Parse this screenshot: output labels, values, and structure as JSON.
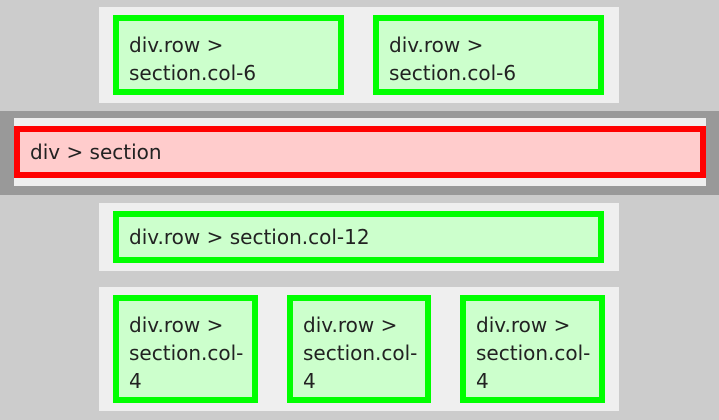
{
  "row1": {
    "col1_line1": "div.row >",
    "col1_line2": "section.col-6",
    "col2_line1": "div.row >",
    "col2_line2": "section.col-6"
  },
  "highlight": {
    "label": "div > section"
  },
  "row2": {
    "col1": "div.row > section.col-12"
  },
  "row3": {
    "col1_line1": "div.row >",
    "col1_line2": "section.col-",
    "col1_line3": "4",
    "col2_line1": "div.row >",
    "col2_line2": "section.col-",
    "col2_line3": "4",
    "col3_line1": "div.row >",
    "col3_line2": "section.col-",
    "col3_line3": "4"
  },
  "colors": {
    "page_bg": "#cccccc",
    "row_bg": "#efefef",
    "band_bg": "#999999",
    "col_fill": "#ccffcc",
    "col_border": "#00ff00",
    "highlight_fill": "#ffcccc",
    "highlight_border": "#ff0000"
  }
}
